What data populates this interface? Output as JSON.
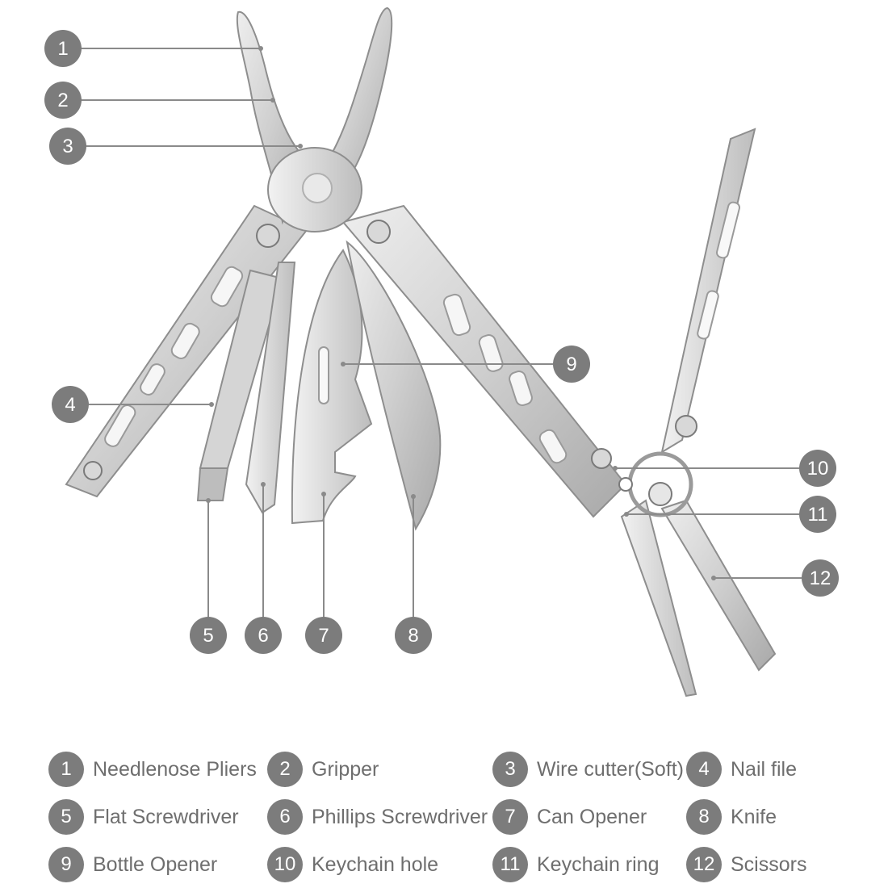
{
  "colors": {
    "badge": "#7c7c7c",
    "legend_text": "#6e6e6e",
    "steel_light": "#e2e2e2",
    "steel_mid": "#c4c4c4",
    "steel_dark": "#8e8e8e",
    "leader_line": "#7c7c7c"
  },
  "callouts": [
    {
      "id": "1",
      "tool": "needlenose-pliers"
    },
    {
      "id": "2",
      "tool": "gripper"
    },
    {
      "id": "3",
      "tool": "wire-cutter"
    },
    {
      "id": "4",
      "tool": "nail-file"
    },
    {
      "id": "5",
      "tool": "flat-screwdriver"
    },
    {
      "id": "6",
      "tool": "phillips-screwdriver"
    },
    {
      "id": "7",
      "tool": "can-opener"
    },
    {
      "id": "8",
      "tool": "knife"
    },
    {
      "id": "9",
      "tool": "bottle-opener"
    },
    {
      "id": "10",
      "tool": "keychain-hole"
    },
    {
      "id": "11",
      "tool": "keychain-ring"
    },
    {
      "id": "12",
      "tool": "scissors"
    }
  ],
  "legend": [
    {
      "num": "1",
      "label": "Needlenose Pliers"
    },
    {
      "num": "2",
      "label": "Gripper"
    },
    {
      "num": "3",
      "label": "Wire cutter(Soft)"
    },
    {
      "num": "4",
      "label": "Nail file"
    },
    {
      "num": "5",
      "label": "Flat Screwdriver"
    },
    {
      "num": "6",
      "label": "Phillips Screwdriver"
    },
    {
      "num": "7",
      "label": "Can Opener"
    },
    {
      "num": "8",
      "label": "Knife"
    },
    {
      "num": "9",
      "label": "Bottle Opener"
    },
    {
      "num": "10",
      "label": "Keychain hole"
    },
    {
      "num": "11",
      "label": "Keychain ring"
    },
    {
      "num": "12",
      "label": "Scissors"
    }
  ]
}
